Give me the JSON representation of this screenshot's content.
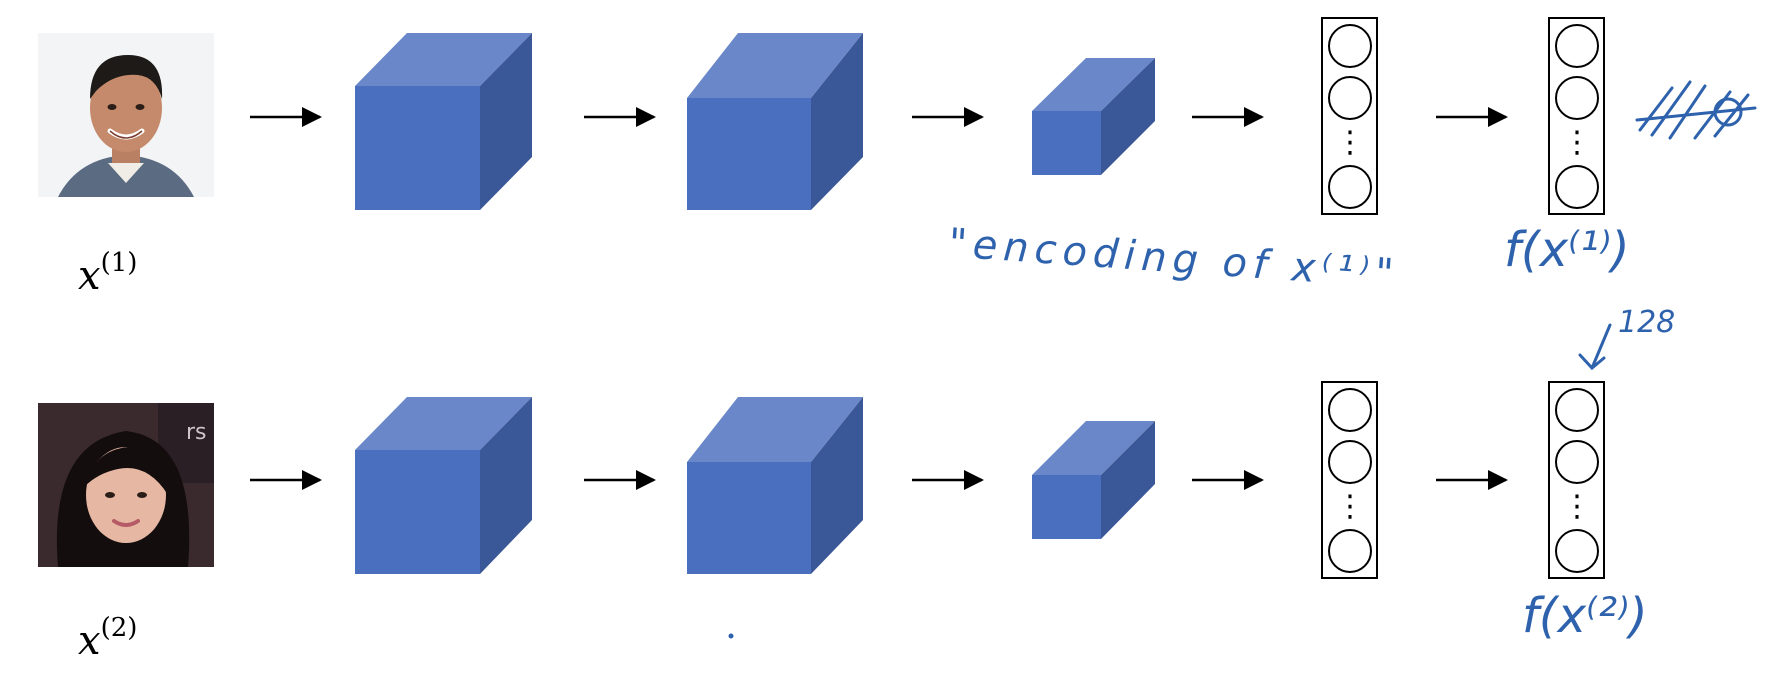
{
  "rows": [
    {
      "input_var": "x",
      "input_sup": "(1)",
      "face": "man-face",
      "output_label": "f(x⁽¹⁾)",
      "encoding_note": "\"encoding of x⁽¹⁾\""
    },
    {
      "input_var": "x",
      "input_sup": "(2)",
      "face": "woman-face",
      "output_label": "f(x⁽²⁾)"
    }
  ],
  "vector_dims_note": "128",
  "vector_ellipsis": "⋮",
  "face_backdrop_text": "rs",
  "colors": {
    "cube_front": "#4a6fbe",
    "cube_top": "#6a88c9",
    "cube_side": "#3a5797",
    "handwriting": "#2f62ad"
  }
}
